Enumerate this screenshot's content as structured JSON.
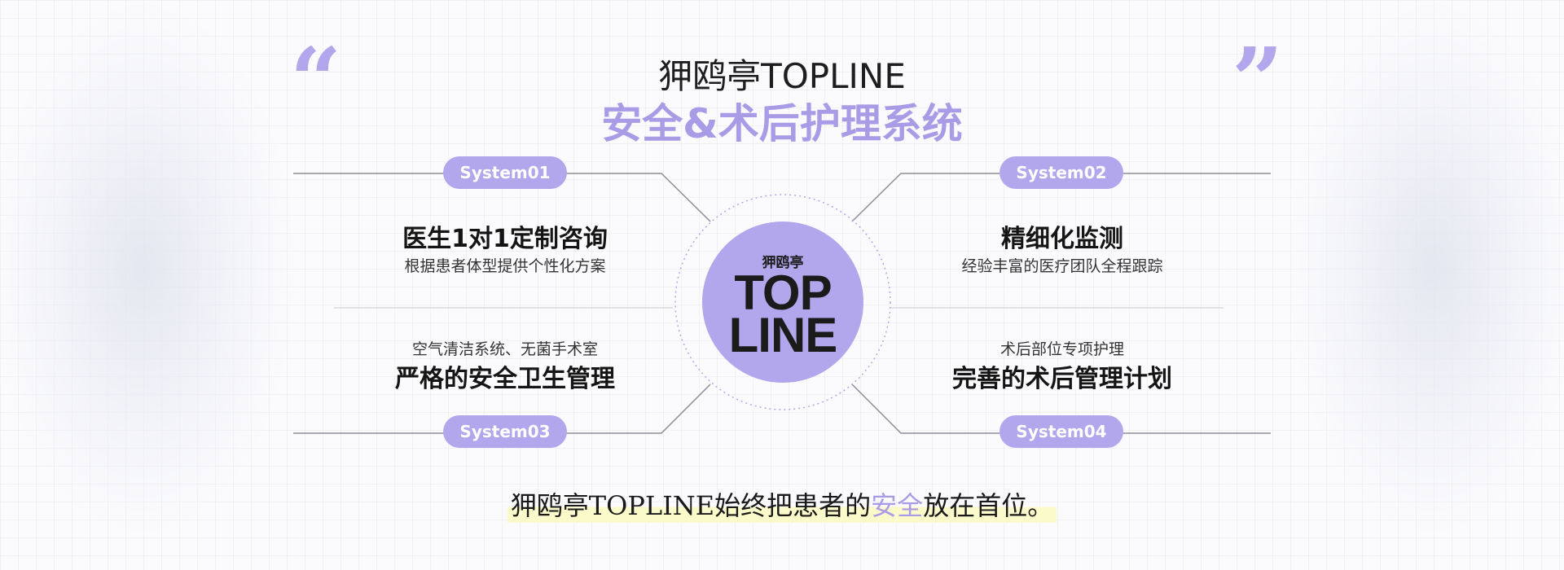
{
  "header": {
    "title": "狎鸥亭TOPLINE",
    "subtitle": "安全&术后护理系统",
    "open_quote": "“",
    "close_quote": "”"
  },
  "center": {
    "logo_small": "狎鸥亭",
    "logo_line1": "TOP",
    "logo_line2": "LINE"
  },
  "systems": [
    {
      "label": "System01",
      "title": "医生1对1定制咨询",
      "desc": "根据患者体型提供个性化方案"
    },
    {
      "label": "System02",
      "title": "精细化监测",
      "desc": "经验丰富的医疗团队全程跟踪"
    },
    {
      "label": "System03",
      "title": "严格的安全卫生管理",
      "desc": "空气清洁系统、无菌手术室"
    },
    {
      "label": "System04",
      "title": "完善的术后管理计划",
      "desc": "术后部位专项护理"
    }
  ],
  "footer": {
    "before": "狎鸥亭TOPLINE始终把患者的",
    "highlight": "安全",
    "after": "放在首位。"
  },
  "colors": {
    "accent": "#b2a7ec",
    "highlight_bg": "#fbfacb"
  }
}
